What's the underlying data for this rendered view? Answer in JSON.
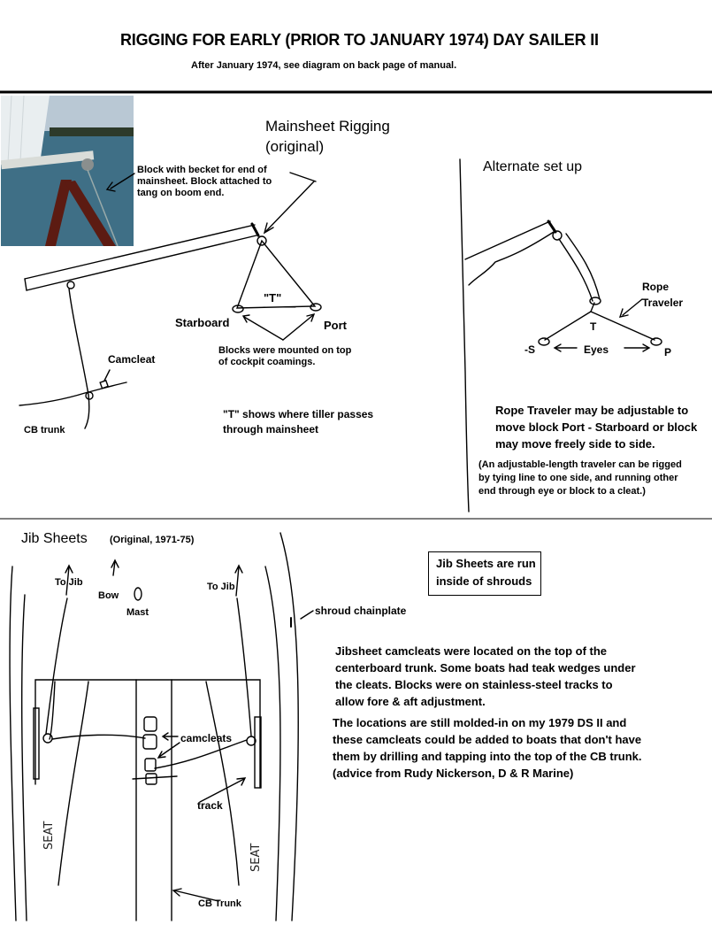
{
  "header": {
    "title": "RIGGING FOR EARLY (PRIOR TO JANUARY 1974) DAY SAILER II",
    "subtitle": "After January 1974, see diagram on back page of manual."
  },
  "mainsheet": {
    "heading_line1": "Mainsheet Rigging",
    "heading_line2": "(original)",
    "block_note_lines": [
      "Block with becket for end of",
      "mainsheet. Block attached to",
      "tang on boom end."
    ],
    "t_label": "\"T\"",
    "starboard": "Starboard",
    "port": "Port",
    "blocks_note_lines": [
      "Blocks were mounted on top",
      "of cockpit coamings."
    ],
    "camcleat": "Camcleat",
    "cb_trunk": "CB trunk",
    "tiller_note_lines": [
      "\"T\" shows where tiller passes",
      "through mainsheet"
    ]
  },
  "alternate": {
    "heading": "Alternate set up",
    "rope_traveler_lines": [
      "Rope",
      "Traveler"
    ],
    "t_label": "T",
    "s_label": "S",
    "eyes_label": "Eyes",
    "p_label": "P",
    "note_lines": [
      "Rope Traveler may be adjustable to",
      "move block Port - Starboard or block",
      "may move freely side to side."
    ],
    "small_note_lines": [
      "(An adjustable-length traveler can be rigged",
      "by tying line to one side, and running other",
      "end through eye or block to a cleat.)"
    ]
  },
  "jib": {
    "heading": "Jib Sheets",
    "era": "(Original, 1971-75)",
    "to_jib": "To Jib",
    "bow": "Bow",
    "mast": "Mast",
    "box_lines": [
      "Jib Sheets are run",
      "inside of shrouds"
    ],
    "shroud": "shroud chainplate",
    "camcleats": "camcleats",
    "track": "track",
    "cb_trunk": "CB Trunk",
    "seat": "SEAT",
    "para1_lines": [
      "Jibsheet camcleats were located on the top of the",
      "centerboard trunk. Some boats had teak wedges under",
      "the cleats. Blocks were on stainless-steel tracks to",
      "allow fore & aft adjustment."
    ],
    "para2_lines": [
      "The locations are still molded-in on my 1979 DS II and",
      "these camcleats could be added to boats that don't have",
      "them by drilling and tapping into the top of the CB trunk.",
      "(advice from Rudy Nickerson, D & R Marine)"
    ]
  },
  "colors": {
    "ink": "#000000",
    "sky": "#b9c8d4",
    "water": "#3f6f86",
    "sail": "#e9eef0",
    "trailer": "#5c1b12"
  }
}
